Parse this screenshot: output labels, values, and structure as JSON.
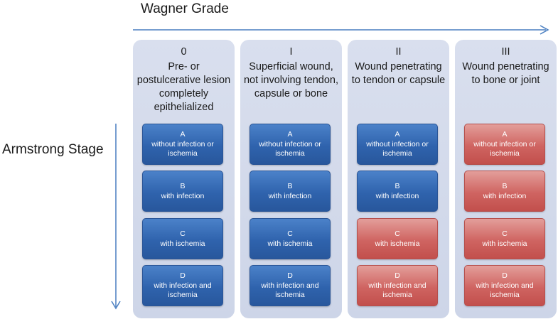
{
  "titles": {
    "x_axis": "Wagner Grade",
    "y_axis": "Armstrong Stage"
  },
  "colors": {
    "arrow": "#4a7fc1",
    "blue_cell": "#3b6fba",
    "red_cell": "#cf6461",
    "column_bg": "#d4dbec"
  },
  "columns": [
    {
      "grade": "0",
      "description": "Pre- or postulcerative lesion completely epithelialized",
      "cells": [
        {
          "stage": "A",
          "text": "without infection or ischemia",
          "color": "blue"
        },
        {
          "stage": "B",
          "text": "with infection",
          "color": "blue"
        },
        {
          "stage": "C",
          "text": "with ischemia",
          "color": "blue"
        },
        {
          "stage": "D",
          "text": "with infection and ischemia",
          "color": "blue"
        }
      ]
    },
    {
      "grade": "I",
      "description": "Superficial wound, not involving tendon, capsule or bone",
      "cells": [
        {
          "stage": "A",
          "text": "without infection or ischemia",
          "color": "blue"
        },
        {
          "stage": "B",
          "text": "with infection",
          "color": "blue"
        },
        {
          "stage": "C",
          "text": "with ischemia",
          "color": "blue"
        },
        {
          "stage": "D",
          "text": "with infection and ischemia",
          "color": "blue"
        }
      ]
    },
    {
      "grade": "II",
      "description": "Wound penetrating to tendon or capsule",
      "cells": [
        {
          "stage": "A",
          "text": "without infection or ischemia",
          "color": "blue"
        },
        {
          "stage": "B",
          "text": "with infection",
          "color": "blue"
        },
        {
          "stage": "C",
          "text": "with ischemia",
          "color": "red"
        },
        {
          "stage": "D",
          "text": "with infection and ischemia",
          "color": "red"
        }
      ]
    },
    {
      "grade": "III",
      "description": "Wound penetrating to bone or joint",
      "cells": [
        {
          "stage": "A",
          "text": "without infection or ischemia",
          "color": "red"
        },
        {
          "stage": "B",
          "text": "with infection",
          "color": "red"
        },
        {
          "stage": "C",
          "text": "with ischemia",
          "color": "red"
        },
        {
          "stage": "D",
          "text": "with infection and ischemia",
          "color": "red"
        }
      ]
    }
  ]
}
